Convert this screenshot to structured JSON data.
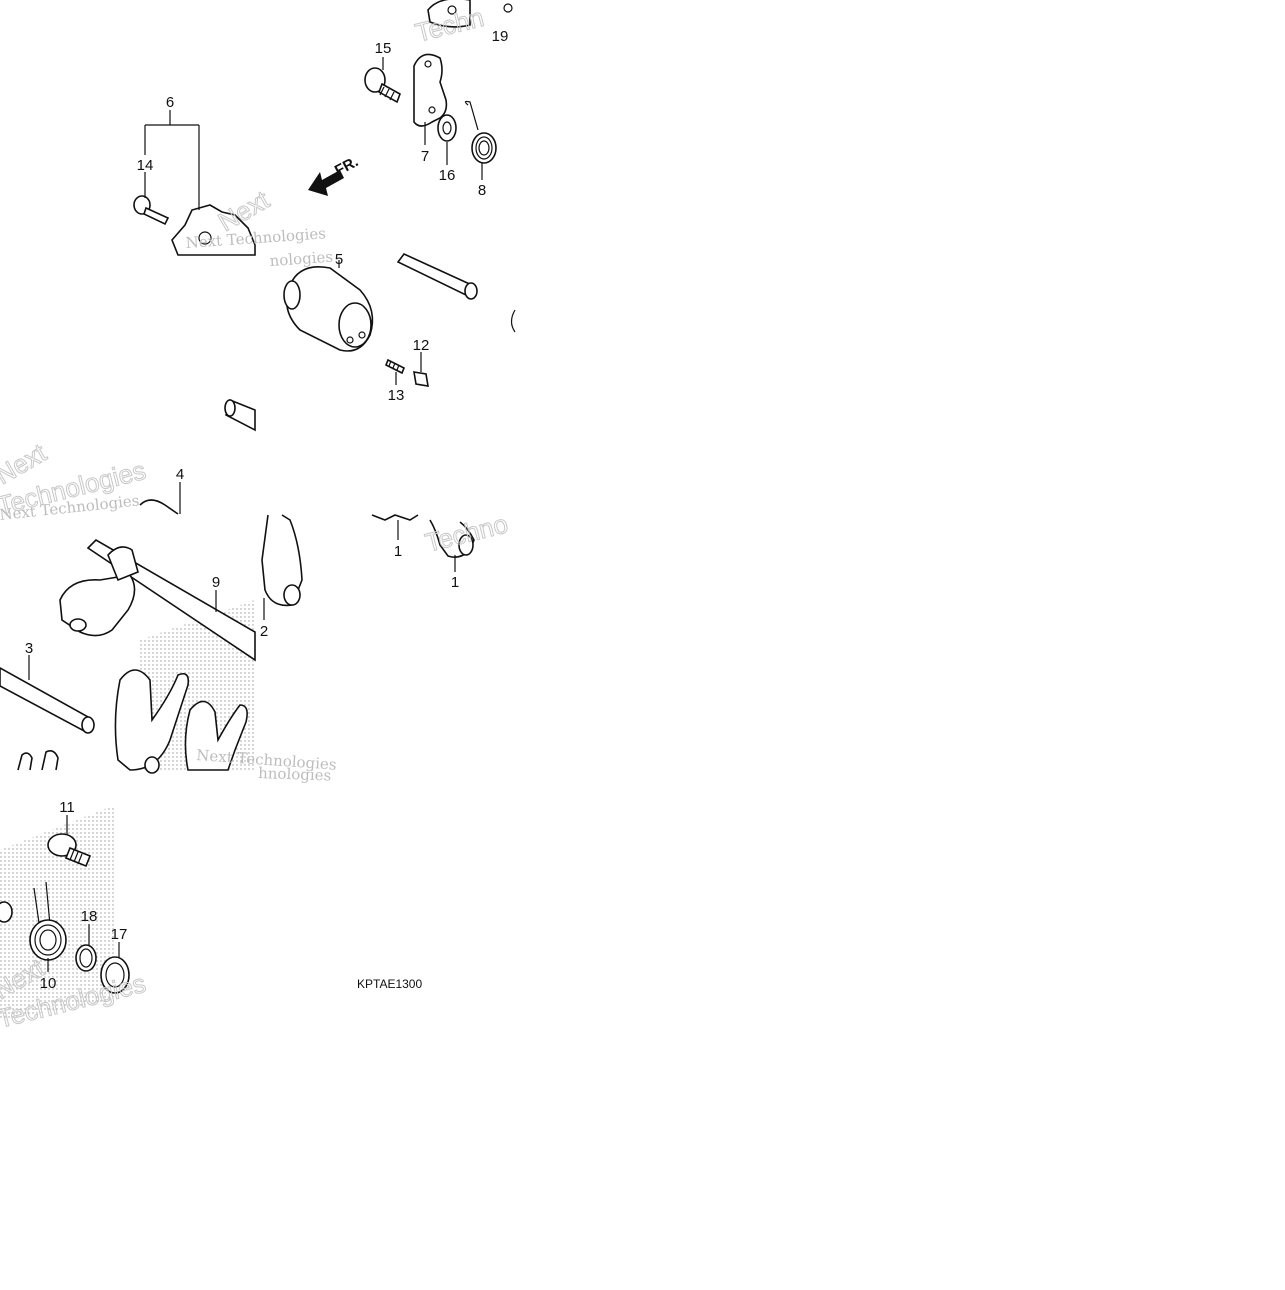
{
  "diagram": {
    "callouts": [
      "1",
      "1",
      "2",
      "3",
      "4",
      "5",
      "6",
      "7",
      "8",
      "9",
      "10",
      "11",
      "12",
      "13",
      "14",
      "15",
      "16",
      "17",
      "18",
      "19"
    ],
    "direction_label": "FR.",
    "figure_code": "KPTAE1300",
    "watermarks": [
      "Next Technologies",
      "Next Technologies",
      "Next Technologies",
      "Technologies",
      "Technologies",
      "Techno",
      "Techn",
      "nologies",
      "hnologies",
      "Next",
      "Next",
      "Next"
    ]
  }
}
